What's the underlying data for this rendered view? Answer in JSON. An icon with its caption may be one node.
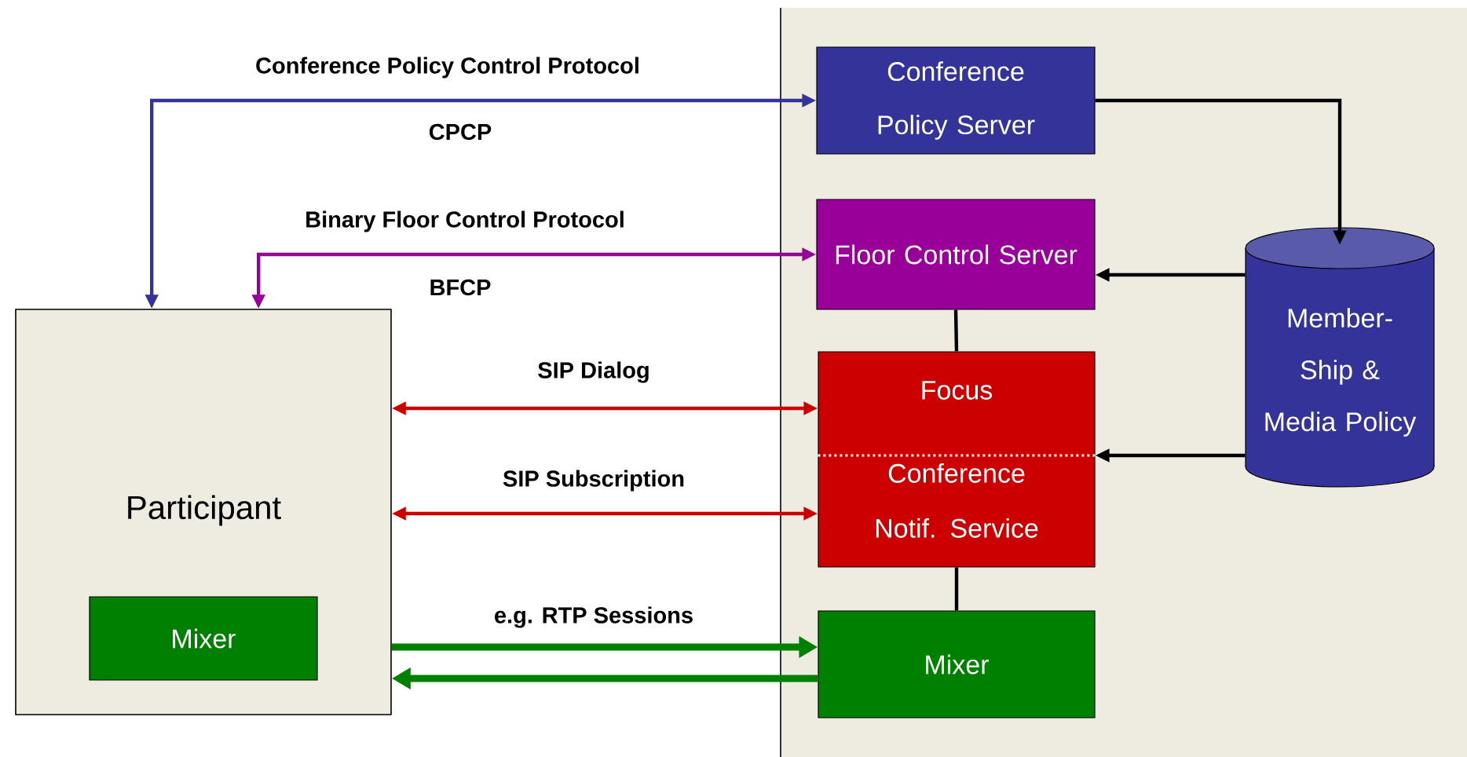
{
  "diagram": {
    "nodes": [
      {
        "text": [
          "Participant"
        ]
      },
      {
        "text": [
          "Mixer"
        ],
        "in": 0
      },
      {
        "text": [
          "Conference Policy Server"
        ]
      },
      {
        "text": [
          "Floor Control Server"
        ]
      },
      {
        "text": [
          "Focus",
          "Conference Notif. Service"
        ]
      },
      {
        "text": [
          "Mixer"
        ]
      },
      {
        "text": [
          "Member- Ship & Media Policy"
        ]
      }
    ],
    "edges": [
      {
        "from": 0,
        "to": 2,
        "arrow": "both",
        "label": "Conference Policy Control Protocol",
        "color": "#333399"
      },
      {
        "from": 0,
        "to": 3,
        "arrow": "both",
        "label": "Binary Floor Control Protocol",
        "color": "#990099"
      },
      {
        "from": 0,
        "to": 4,
        "arrow": "both",
        "label": "SIP Dialog",
        "color": "#cc0000"
      },
      {
        "from": 0,
        "to": 4,
        "arrow": "both",
        "label": "SIP Subscription",
        "color": "#cc0000"
      },
      {
        "from": 0,
        "to": 5,
        "arrow": "to",
        "label": "e.g. RTP Sessions",
        "style": "thick",
        "color": "#008000"
      },
      {
        "from": 5,
        "to": 0,
        "arrow": "to",
        "style": "thick",
        "color": "#008000"
      },
      {
        "from": 2,
        "to": 6,
        "arrow": "to"
      },
      {
        "from": 6,
        "to": 3,
        "arrow": "to"
      },
      {
        "from": 6,
        "to": 4,
        "arrow": "to"
      },
      {
        "from": 3,
        "to": 4,
        "arrow": "none"
      },
      {
        "from": 4,
        "to": 5,
        "arrow": "none"
      }
    ],
    "labels": [
      "CPCP",
      "BFCP"
    ]
  }
}
